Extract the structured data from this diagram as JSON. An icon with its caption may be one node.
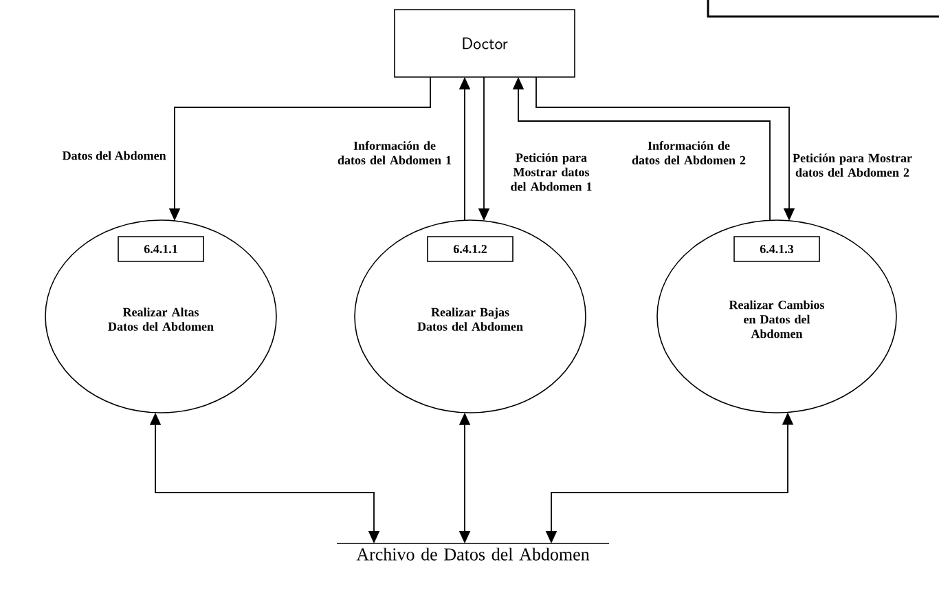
{
  "diagram": {
    "nodes": [
      {
        "text": [
          "Doctor"
        ]
      },
      {
        "text": [
          "6.4.1.1",
          "Realizar Altas Datos del Abdomen"
        ]
      },
      {
        "text": [
          "6.4.1.2",
          "Realizar Bajas Datos del Abdomen"
        ]
      },
      {
        "text": [
          "6.4.1.3",
          "Realizar Cambios en Datos del Abdomen"
        ]
      },
      {
        "text": [
          "Archivo de Datos del Abdomen"
        ]
      }
    ],
    "edges": [
      {
        "from": 0,
        "to": 1,
        "arrow": "to",
        "label": "Datos del Abdomen"
      },
      {
        "from": 2,
        "to": 0,
        "arrow": "to",
        "label": "Información de datos del Abdomen 1"
      },
      {
        "from": 0,
        "to": 2,
        "arrow": "to",
        "label": "Petición para Mostrar datos del Abdomen 1"
      },
      {
        "from": 3,
        "to": 0,
        "arrow": "to",
        "label": "Información de datos del Abdomen 2"
      },
      {
        "from": 0,
        "to": 3,
        "arrow": "to",
        "label": "Petición para Mostrar datos del Abdomen 2"
      },
      {
        "from": 1,
        "to": 4,
        "arrow": "both"
      },
      {
        "from": 2,
        "to": 4,
        "arrow": "both"
      },
      {
        "from": 3,
        "to": 4,
        "arrow": "both"
      }
    ]
  }
}
